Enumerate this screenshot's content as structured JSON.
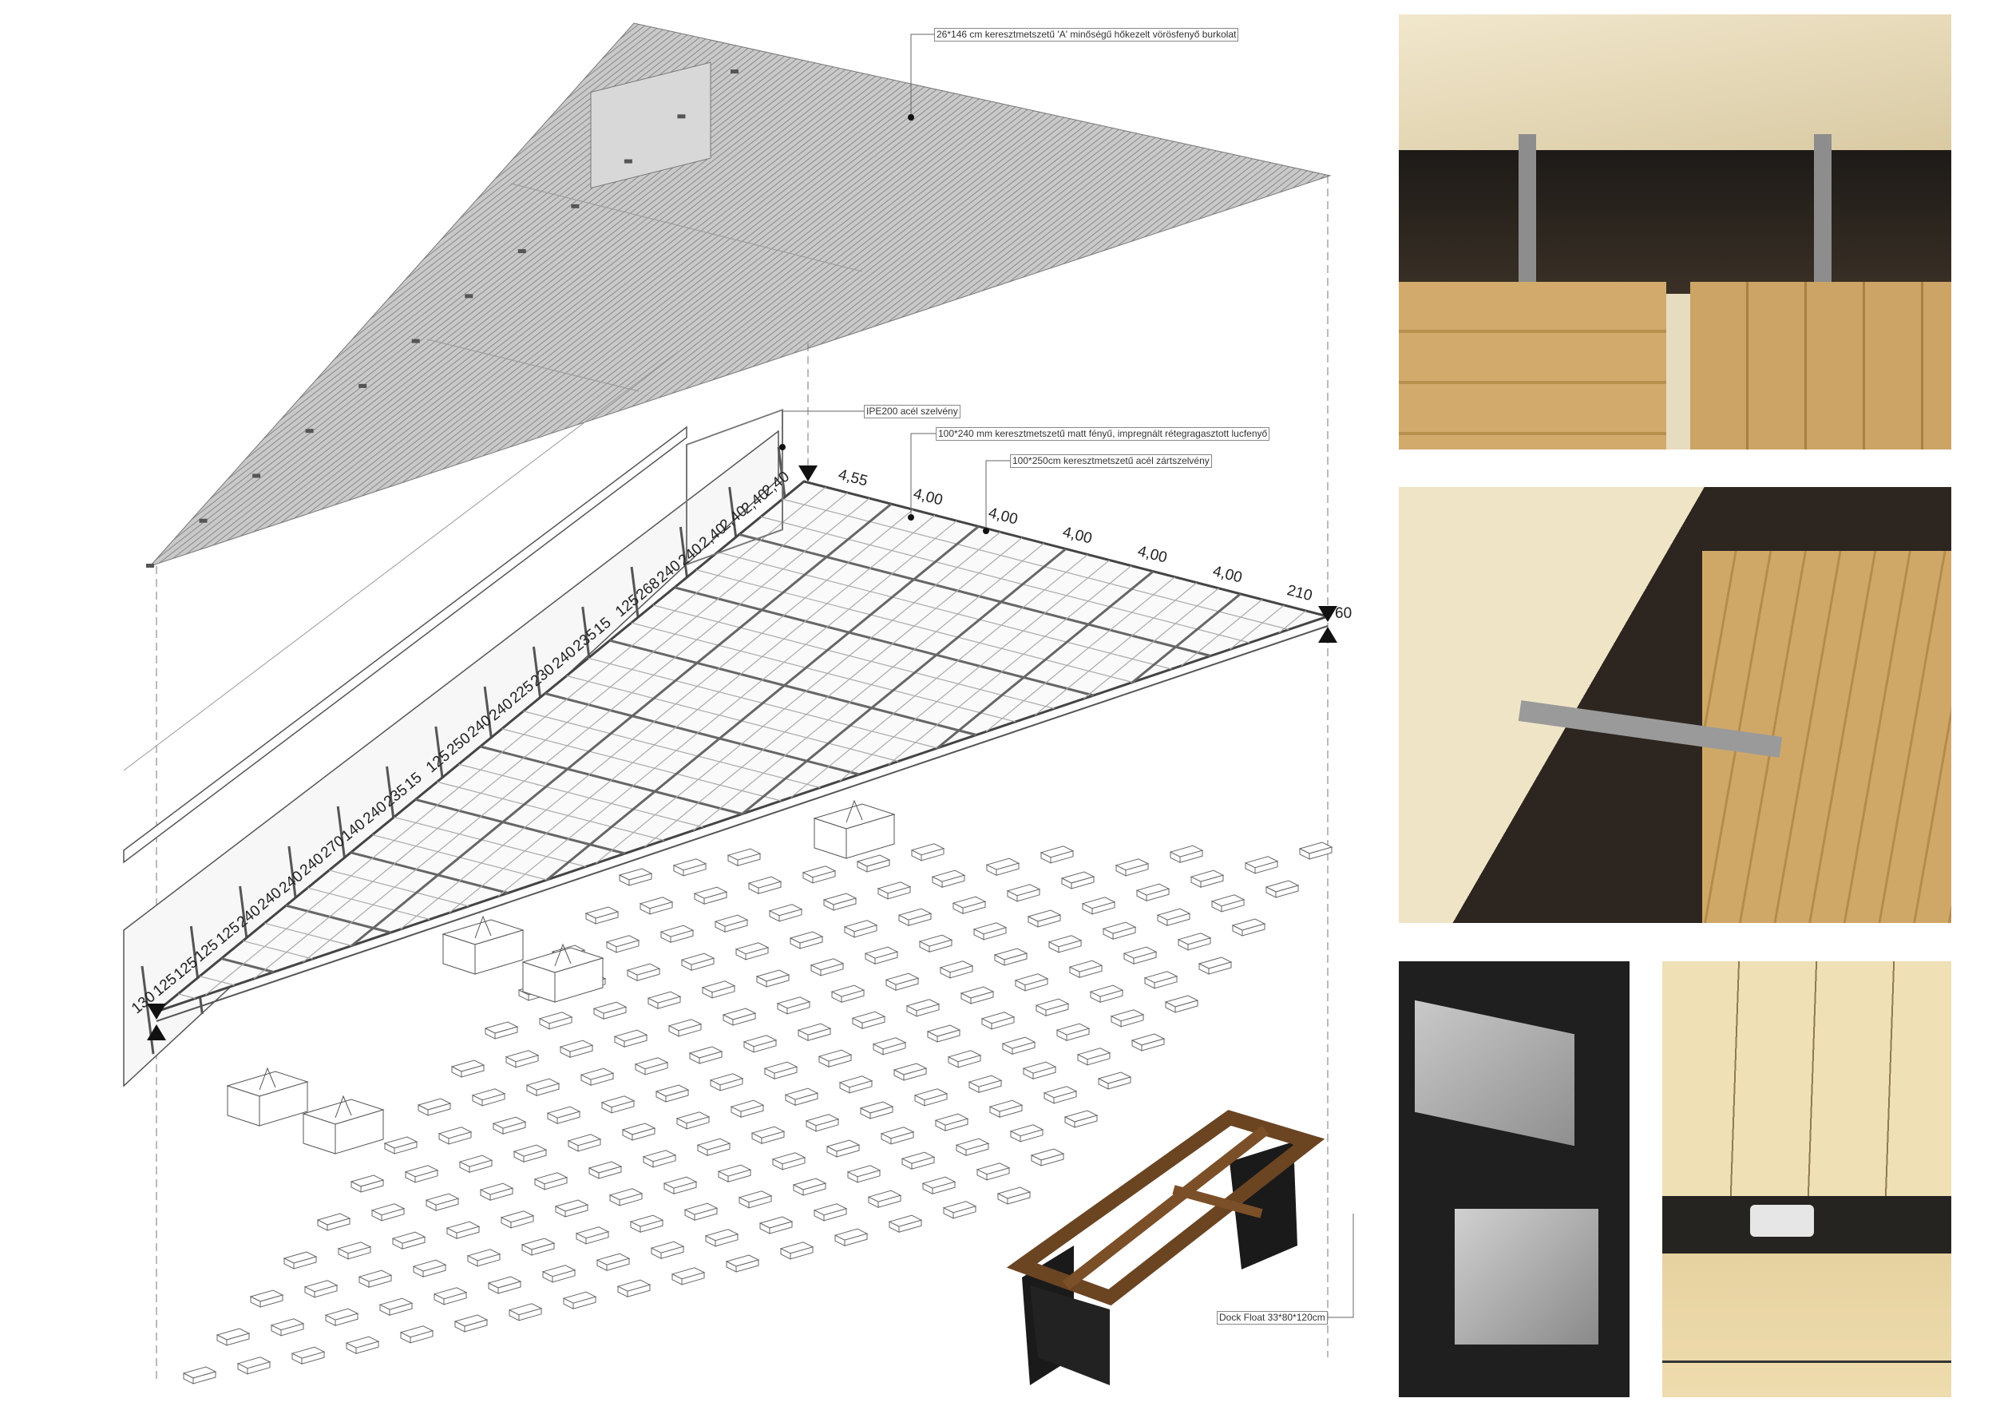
{
  "annotations": {
    "roof_cladding": "26*146 cm keresztmetszetű 'A' minőségű hőkezelt vörösfenyő burkolat",
    "ipe_beam": "IPE200 acél szelvény",
    "glulam": "100*240 mm keresztmetszetű matt fényű, impregnált rétegragasztott lucfenyő",
    "steel_tube": "100*250cm keresztmetszetű acél zártszelvény",
    "dock_float": "Dock Float 33*80*120cm"
  },
  "dimensions": {
    "top_edge": [
      "4,55",
      "4,00",
      "4,00",
      "4,00",
      "4,00",
      "4,00",
      "210"
    ],
    "corner_right": "60",
    "left_edge": [
      "130",
      "125",
      "125",
      "125",
      "125",
      "240",
      "240",
      "240",
      "240",
      "270",
      "140",
      "240",
      "235",
      "15",
      "125",
      "250",
      "240",
      "240",
      "225",
      "230",
      "240",
      "235",
      "15",
      "125",
      "268",
      "240",
      "240",
      "2,40",
      "2,40",
      "2,40",
      "2,40"
    ]
  },
  "colors": {
    "line": "#555555",
    "roof_hatch": "#8a8a8a",
    "wood_light": "#e9dbb6",
    "wood_deck": "#c9a468",
    "water": "#2b241e",
    "dark_bg": "#1f1f1f"
  }
}
